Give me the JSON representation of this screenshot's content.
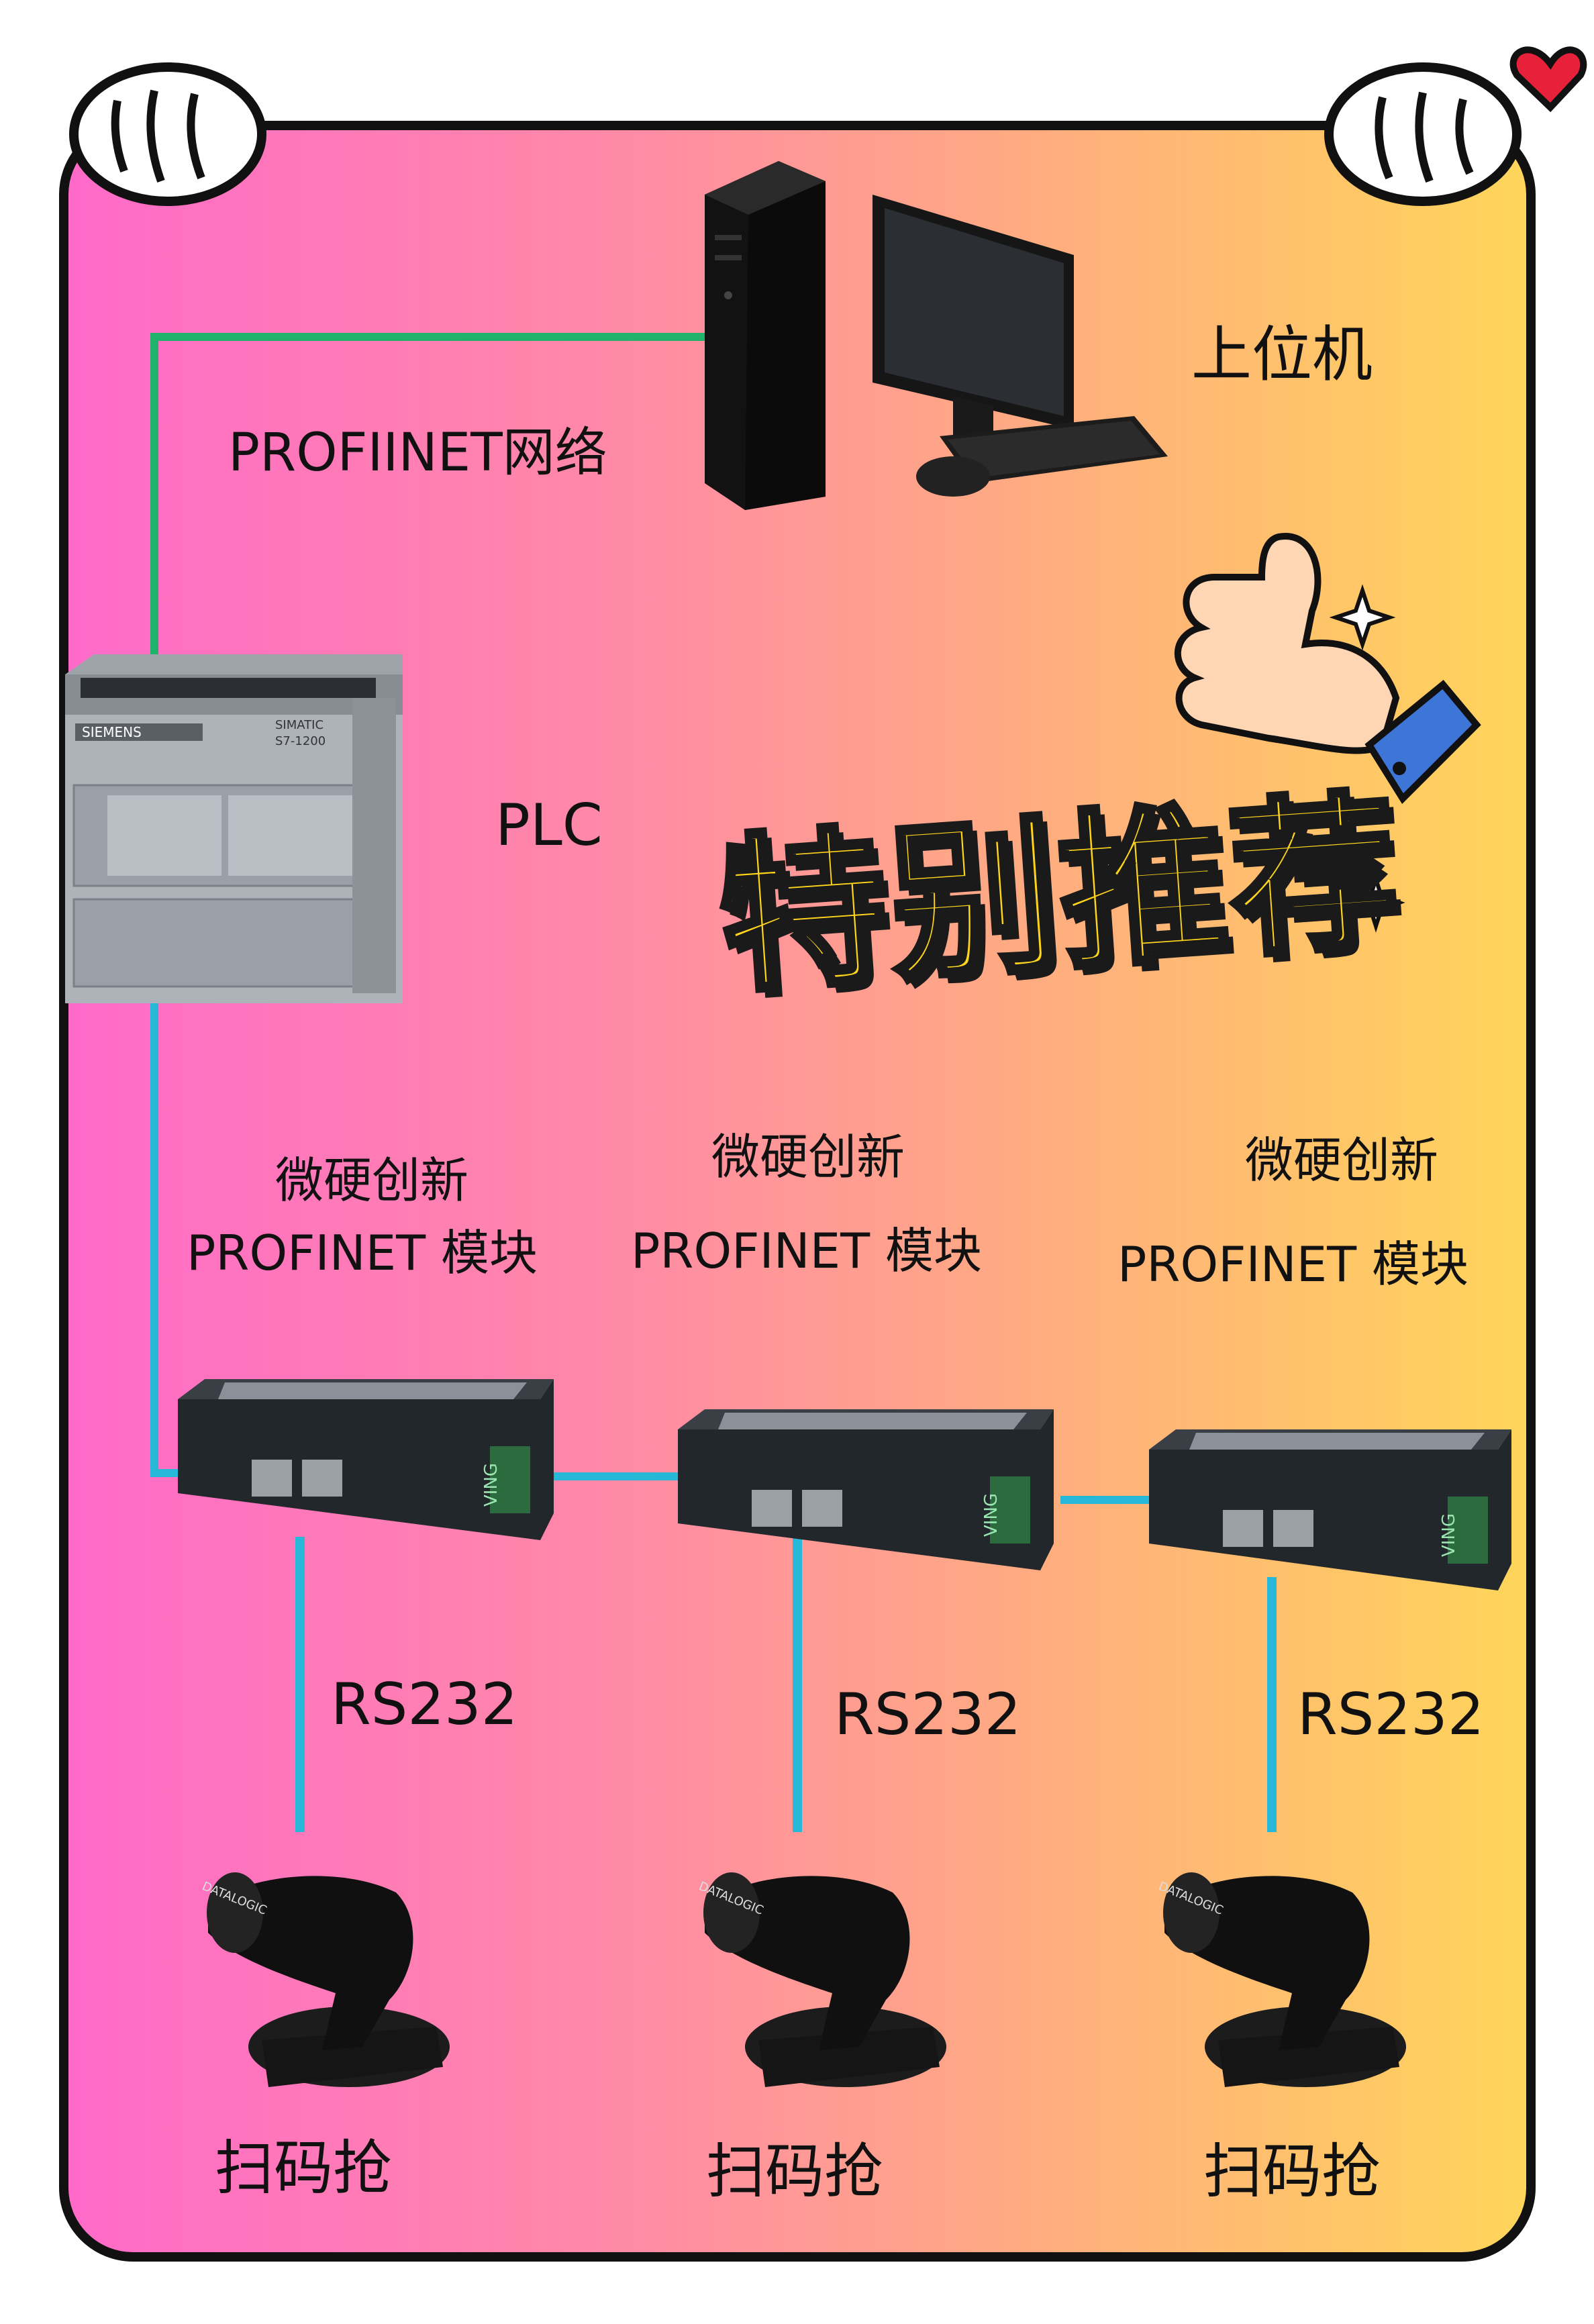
{
  "network": {
    "label": "PROFIINET网络"
  },
  "host": {
    "label": "上位机"
  },
  "plc": {
    "label": "PLC",
    "brand": "SIEMENS",
    "series": "SIMATIC",
    "model": "S7-1200"
  },
  "promo": {
    "text": "特别推荐"
  },
  "modules": [
    {
      "brand": "微硬创新",
      "model": "PROFINET 模块",
      "logo": "VING"
    },
    {
      "brand": "微硬创新",
      "model": "PROFINET 模块",
      "logo": "VING"
    },
    {
      "brand": "微硬创新",
      "model": "PROFINET 模块",
      "logo": "VING"
    }
  ],
  "links": [
    {
      "label": "RS232"
    },
    {
      "label": "RS232"
    },
    {
      "label": "RS232"
    }
  ],
  "scanners": [
    {
      "label": "扫码抢",
      "brand": "DATALOGIC"
    },
    {
      "label": "扫码抢",
      "brand": "DATALOGIC"
    },
    {
      "label": "扫码抢",
      "brand": "DATALOGIC"
    }
  ],
  "colors": {
    "profinet_line": "#20b26a",
    "rs_line": "#27b8d8",
    "frame": "#111111",
    "promo_fill": "#ffd51c"
  }
}
